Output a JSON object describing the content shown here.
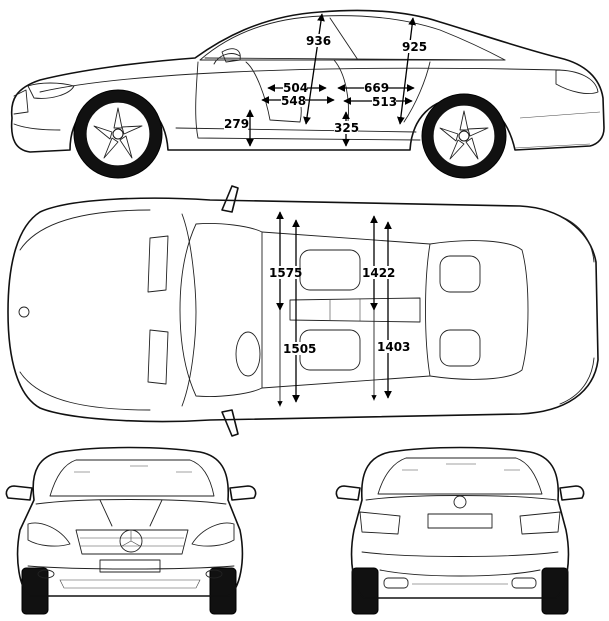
{
  "views": {
    "side": {
      "dims": [
        "936",
        "925",
        "504",
        "548",
        "669",
        "513",
        "279",
        "325"
      ]
    },
    "top": {
      "dims": [
        "1575",
        "1422",
        "1505",
        "1403"
      ]
    },
    "front": {},
    "rear": {}
  }
}
